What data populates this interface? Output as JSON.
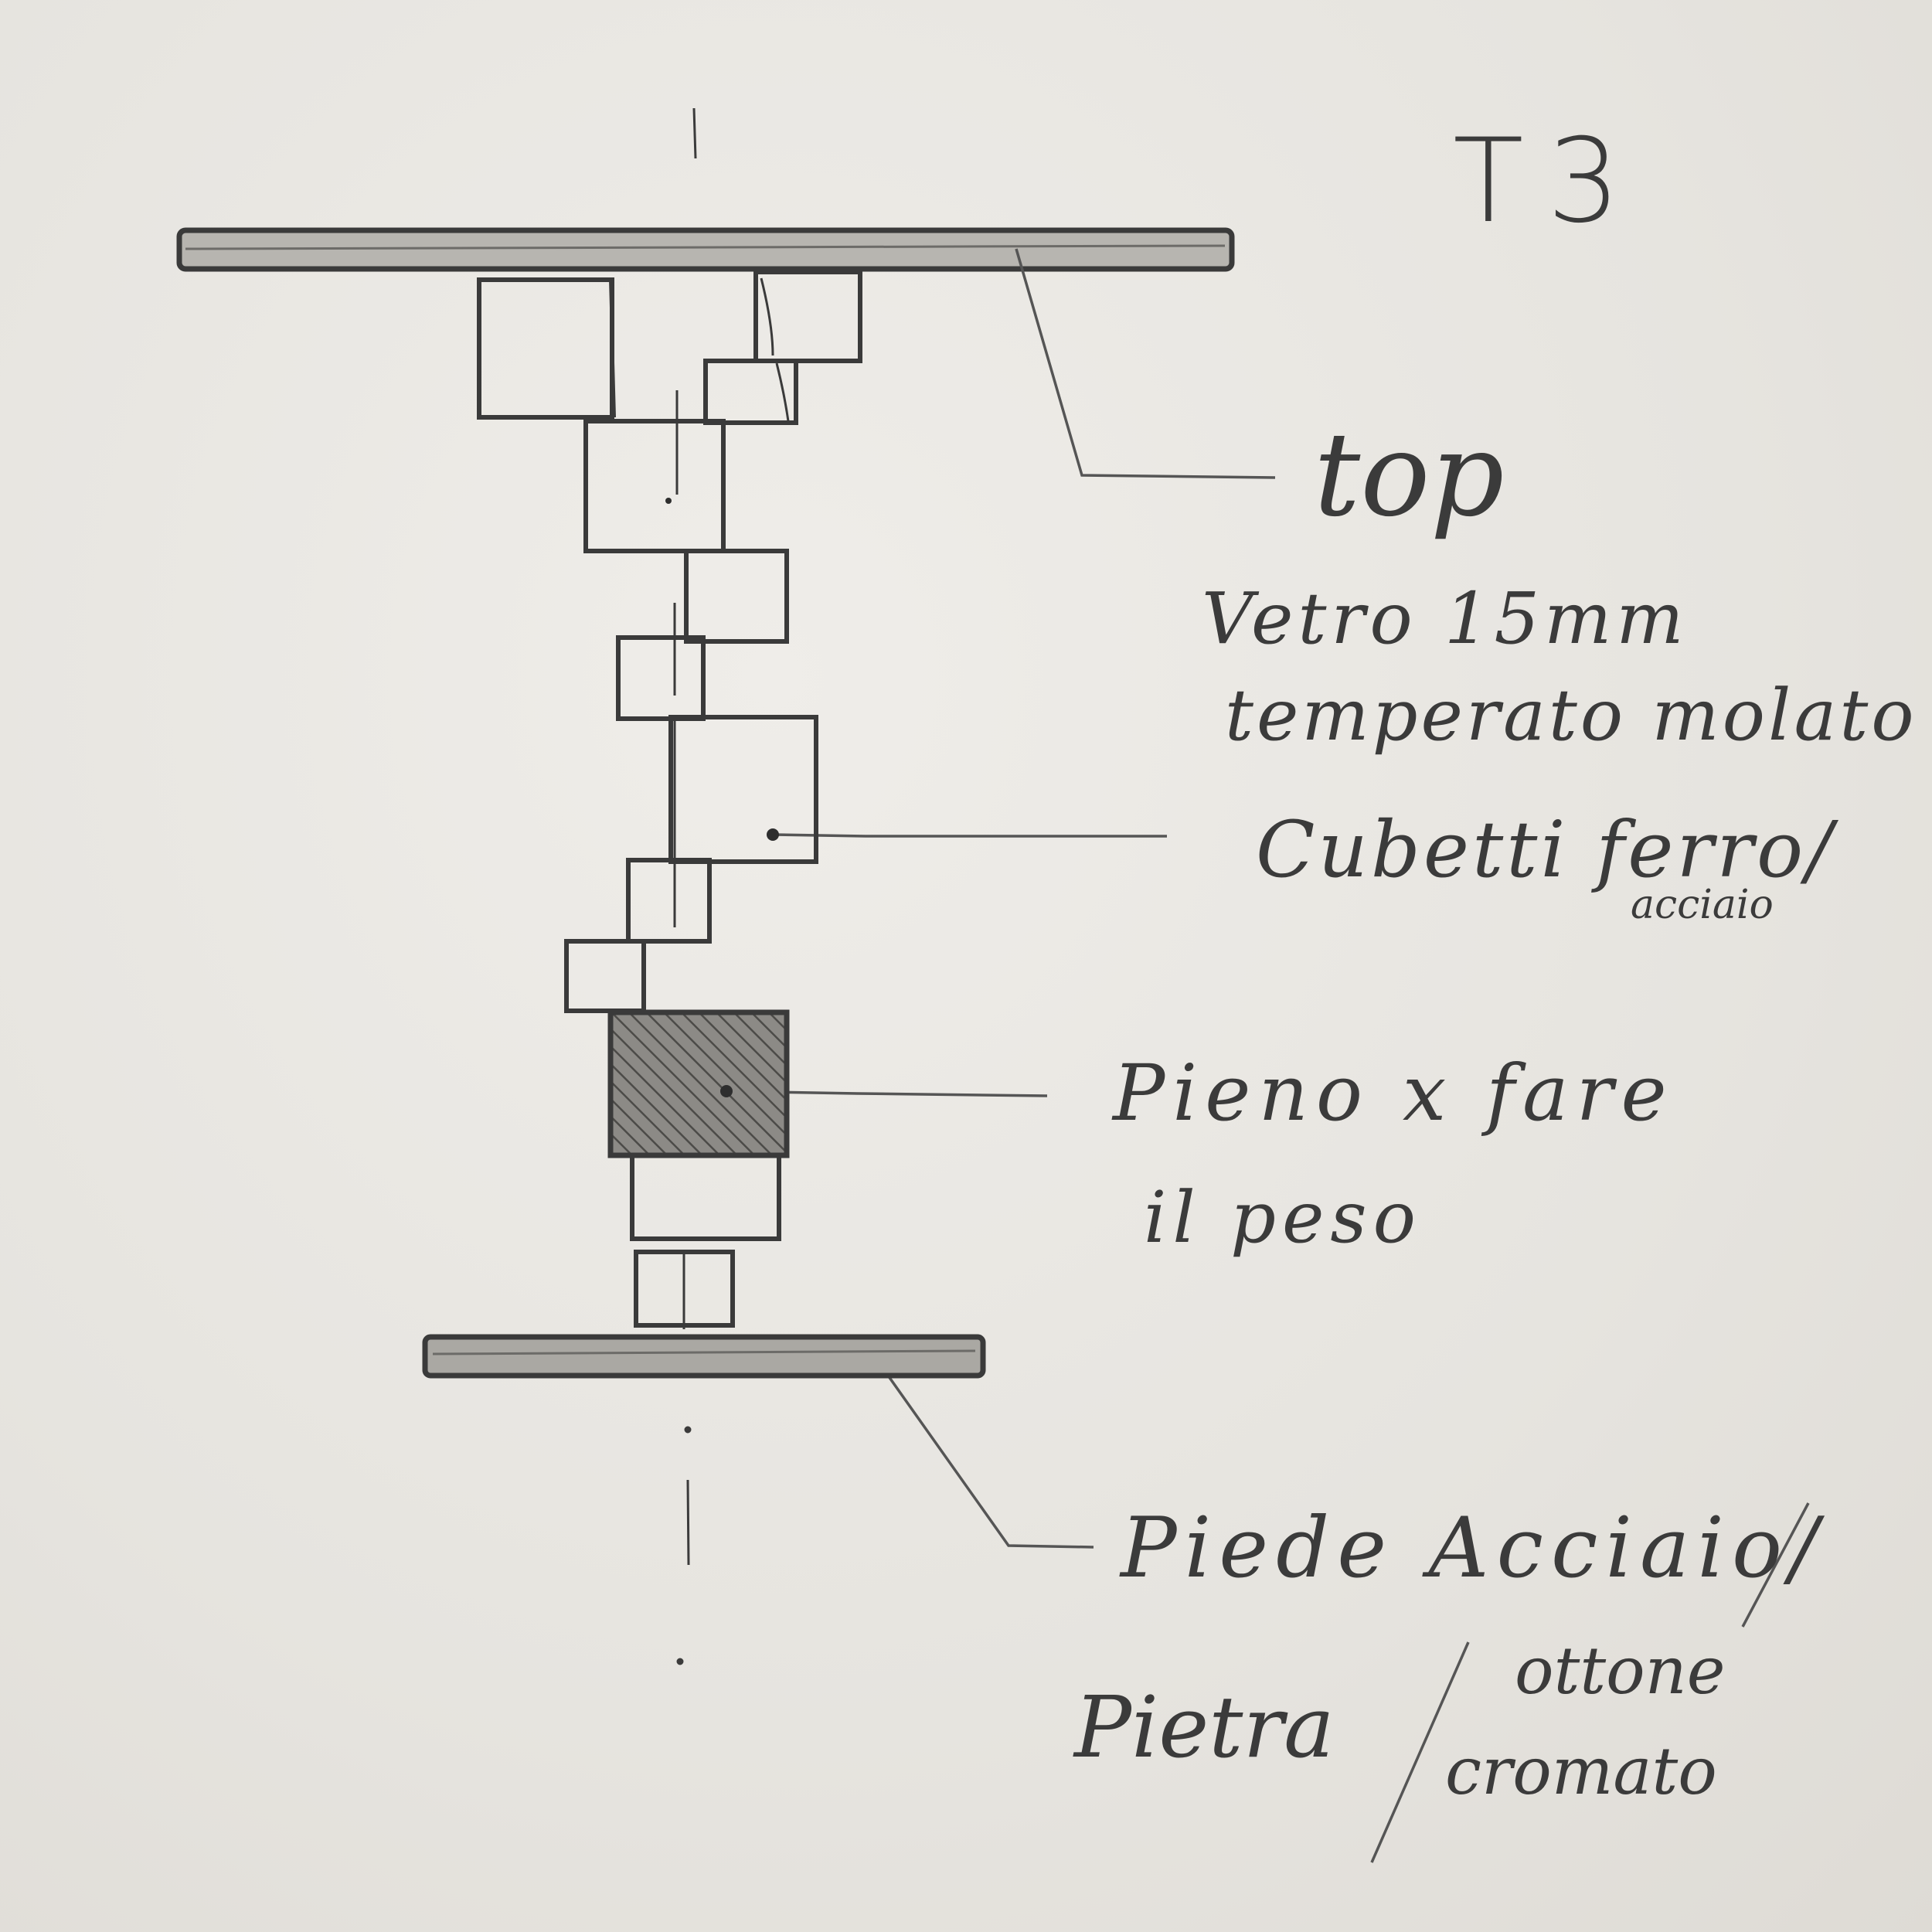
{
  "sheet": {
    "title": "T3",
    "labels": {
      "top": "top",
      "top_material_1": "Vetro 15mm",
      "top_material_2": "temperato molato",
      "cubes": "Cubetti ferro/",
      "cubes_material": "acciaio",
      "weight_1": "Pieno x fare",
      "weight_2": "il peso",
      "base_1": "Piede Acciaio/",
      "base_2": "ottone",
      "base_3": "Pietra",
      "base_4": "cromato"
    },
    "colors": {
      "paper": "#e9e7e3",
      "pencil": "#3b3b3b"
    }
  }
}
